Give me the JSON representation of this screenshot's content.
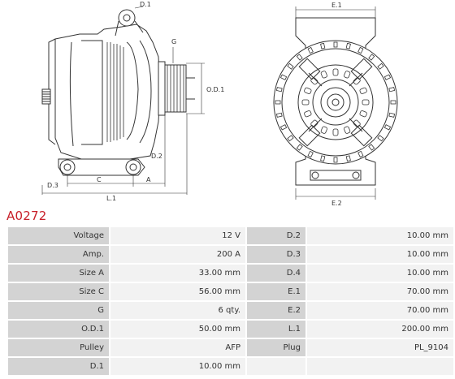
{
  "part_code": "A0272",
  "diagram_labels": {
    "d1": "D.1",
    "d2": "D.2",
    "d3": "D.3",
    "g": "G",
    "od1": "O.D.1",
    "a": "A",
    "c": "C",
    "l1": "L.1",
    "e1": "E.1",
    "e2": "E.2"
  },
  "specs": [
    {
      "label_left": "Voltage",
      "value_left": "12 V",
      "label_right": "D.2",
      "value_right": "10.00 mm"
    },
    {
      "label_left": "Amp.",
      "value_left": "200 A",
      "label_right": "D.3",
      "value_right": "10.00 mm"
    },
    {
      "label_left": "Size A",
      "value_left": "33.00 mm",
      "label_right": "D.4",
      "value_right": "10.00 mm"
    },
    {
      "label_left": "Size C",
      "value_left": "56.00 mm",
      "label_right": "E.1",
      "value_right": "70.00 mm"
    },
    {
      "label_left": "G",
      "value_left": "6 qty.",
      "label_right": "E.2",
      "value_right": "70.00 mm"
    },
    {
      "label_left": "O.D.1",
      "value_left": "50.00 mm",
      "label_right": "L.1",
      "value_right": "200.00 mm"
    },
    {
      "label_left": "Pulley",
      "value_left": "AFP",
      "label_right": "Plug",
      "value_right": "PL_9104"
    },
    {
      "label_left": "D.1",
      "value_left": "10.00 mm",
      "label_right": "",
      "value_right": ""
    }
  ]
}
